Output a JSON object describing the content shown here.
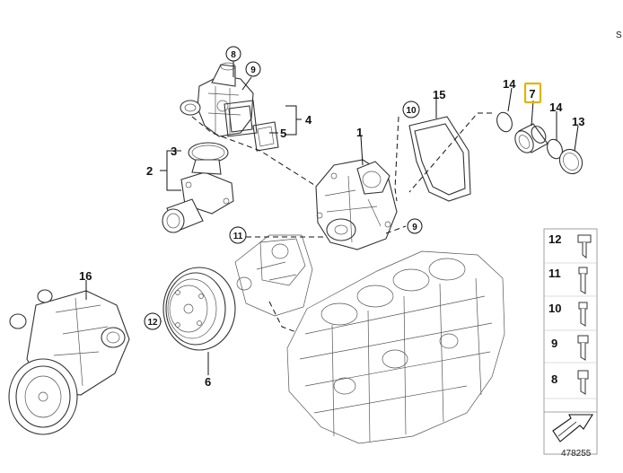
{
  "corner_mark": "S",
  "diagram_number": "478255",
  "colors": {
    "highlight": "#e2b400",
    "line": "#111111"
  },
  "callouts": {
    "p1": "1",
    "p2": "2",
    "p3": "3",
    "p4": "4",
    "p5": "5",
    "p6": "6",
    "p7": "7",
    "p8": "8",
    "p9_top": "9",
    "p9_mid": "9",
    "p10": "10",
    "p11": "11",
    "p12": "12",
    "p13": "13",
    "p14a": "14",
    "p14b": "14",
    "p15": "15",
    "p16": "16"
  },
  "legend": {
    "items": [
      {
        "num": "12",
        "icon": "bolt-flange-icon"
      },
      {
        "num": "11",
        "icon": "bolt-icon"
      },
      {
        "num": "10",
        "icon": "bolt-icon"
      },
      {
        "num": "9",
        "icon": "bolt-hex-icon"
      },
      {
        "num": "8",
        "icon": "bolt-hex-icon"
      }
    ],
    "arrow_icon": "direction-arrow-icon"
  }
}
